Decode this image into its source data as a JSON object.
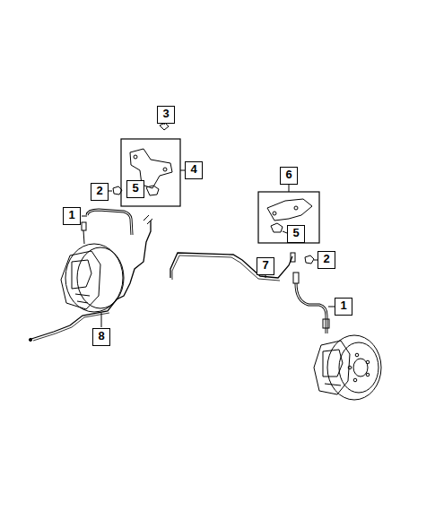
{
  "diagram": {
    "labels": [
      "3",
      "4",
      "2",
      "5",
      "1",
      "6",
      "5",
      "7",
      "2",
      "1",
      "8"
    ]
  }
}
